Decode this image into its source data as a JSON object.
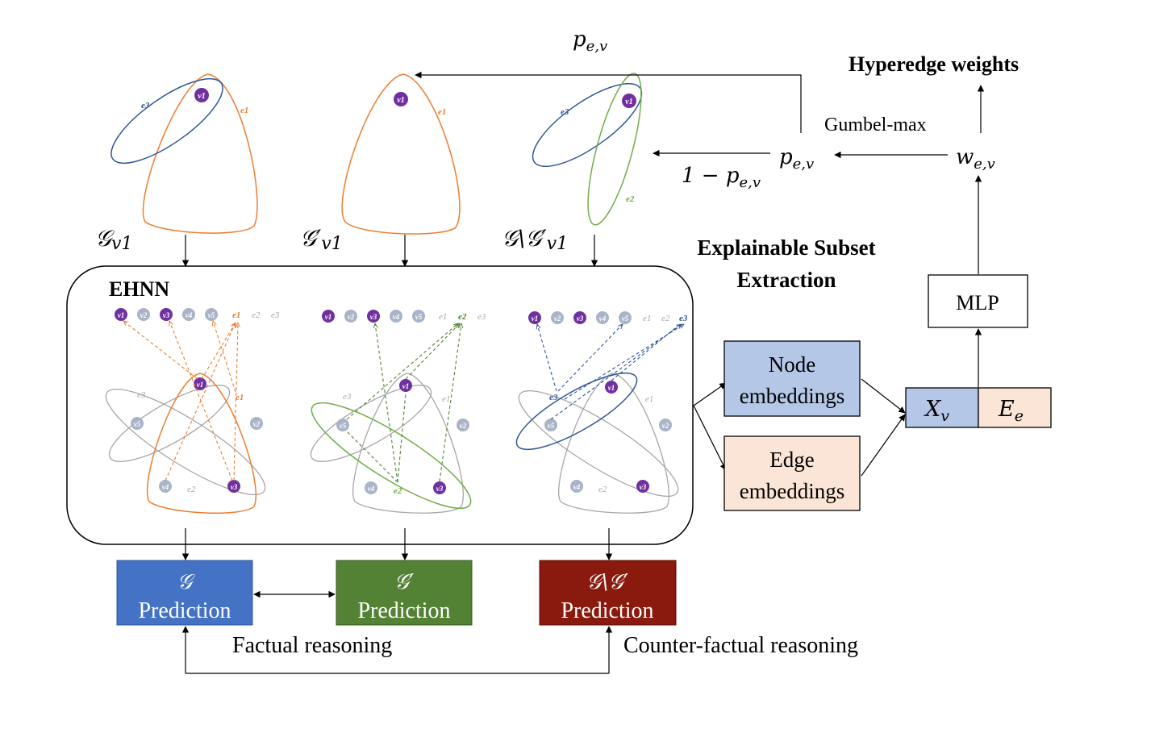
{
  "top_labels": {
    "p_ev_top": "p",
    "p_ev_top_sub": "e,v",
    "hyperedge_weights": "Hyperedge weights",
    "gumbel_max": "Gumbel-max",
    "p_ev_mid": "p",
    "p_ev_mid_sub": "e,v",
    "one_minus_p": "1 − p",
    "one_minus_p_sub": "e,v",
    "w_ev": "w",
    "w_ev_sub": "e,v"
  },
  "graph_labels": {
    "g_v1": "𝒢",
    "g_v1_sub": "v1",
    "gp_v1": "𝒢′",
    "gp_v1_sub": "v1",
    "gdiff_v1": "𝒢\\𝒢′",
    "gdiff_v1_sub": "v1"
  },
  "subset_title_line1": "Explainable Subset",
  "subset_title_line2": "Extraction",
  "ehnn_label": "EHNN",
  "boxes": {
    "mlp": "MLP",
    "node_emb_1": "Node",
    "node_emb_2": "embeddings",
    "edge_emb_1": "Edge",
    "edge_emb_2": "embeddings",
    "xv": "X",
    "xv_sub": "v",
    "ee": "E",
    "ee_sub": "e"
  },
  "predictions": [
    {
      "symbol": "𝒢",
      "label": "Prediction",
      "color": "#4472C4"
    },
    {
      "symbol": "𝒢′",
      "label": "Prediction",
      "color": "#548235"
    },
    {
      "symbol": "𝒢\\𝒢′",
      "label": "Prediction",
      "color": "#8B1A0E"
    }
  ],
  "reasoning": {
    "factual": "Factual reasoning",
    "counter": "Counter-factual reasoning"
  },
  "node_labels": {
    "v1": "v1",
    "v2": "v2",
    "v3": "v3",
    "v4": "v4",
    "v5": "v5",
    "e1": "e1",
    "e2": "e2",
    "e3": "e3"
  },
  "colors": {
    "purple": "#7030A0",
    "gray_node": "#A9B4C8",
    "orange": "#ED7D31",
    "green": "#70AD47",
    "blue": "#2F5597",
    "node_box": "#B4C7E7",
    "edge_box": "#FBE5D6"
  }
}
